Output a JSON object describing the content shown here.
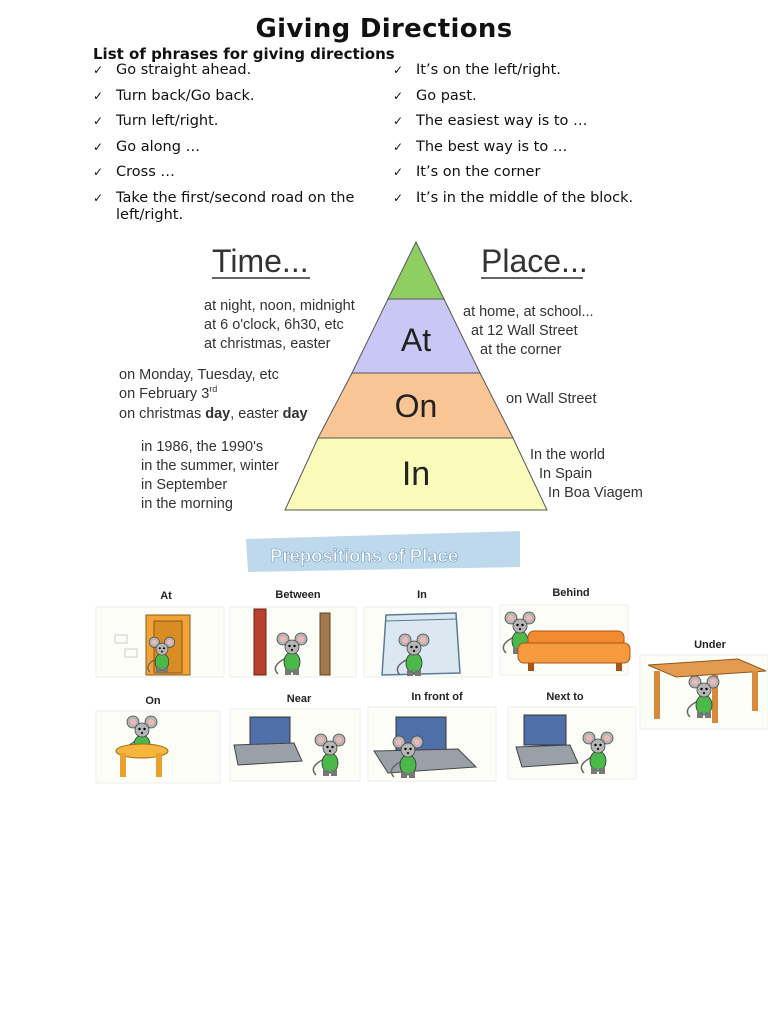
{
  "title": "Giving Directions",
  "subtitle": "List of phrases for giving directions",
  "phrases_left": [
    "Go straight ahead.",
    "Turn back/Go back.",
    "Turn left/right.",
    "Go along …",
    "Cross …",
    "Take the first/second road on the left/right."
  ],
  "phrases_right": [
    "It’s on the left/right.",
    "Go past.",
    "The easiest way is to …",
    "The best way is to …",
    "It’s on the corner",
    "It’s in the middle of the block."
  ],
  "check_icon": "checkmark-icon",
  "pyramid": {
    "time_heading": "Time...",
    "place_heading": "Place...",
    "levels": {
      "at": "At",
      "on": "On",
      "in": "In"
    },
    "colors": {
      "top": "#8fcf62",
      "at": "#c9c8f4",
      "on": "#f9c595",
      "in": "#fafaba"
    },
    "time_at": [
      "at night, noon, midnight",
      "at 6 o'clock, 6h30, etc",
      "at christmas, easter"
    ],
    "time_on_1": "on Monday, Tuesday, etc",
    "time_on_2": "on February 3",
    "time_on_2_sup": "rd",
    "time_on_3_a": "on  christmas ",
    "time_on_3_b": "day",
    "time_on_3_c": ", easter ",
    "time_on_3_d": "day",
    "time_in": [
      "in 1986, the 1990's",
      "in the summer, winter",
      "in September",
      "in the morning"
    ],
    "place_at": [
      "at home, at school...",
      "at 12 Wall Street",
      "at the corner"
    ],
    "place_on": "on Wall Street",
    "place_in": [
      "In the world",
      "In Spain",
      "In Boa Viagem"
    ]
  },
  "prepositions": {
    "banner": "Prepositions of Place",
    "labels": [
      "At",
      "Between",
      "In",
      "Behind",
      "Under",
      "On",
      "Near",
      "In front of",
      "Next to"
    ]
  }
}
